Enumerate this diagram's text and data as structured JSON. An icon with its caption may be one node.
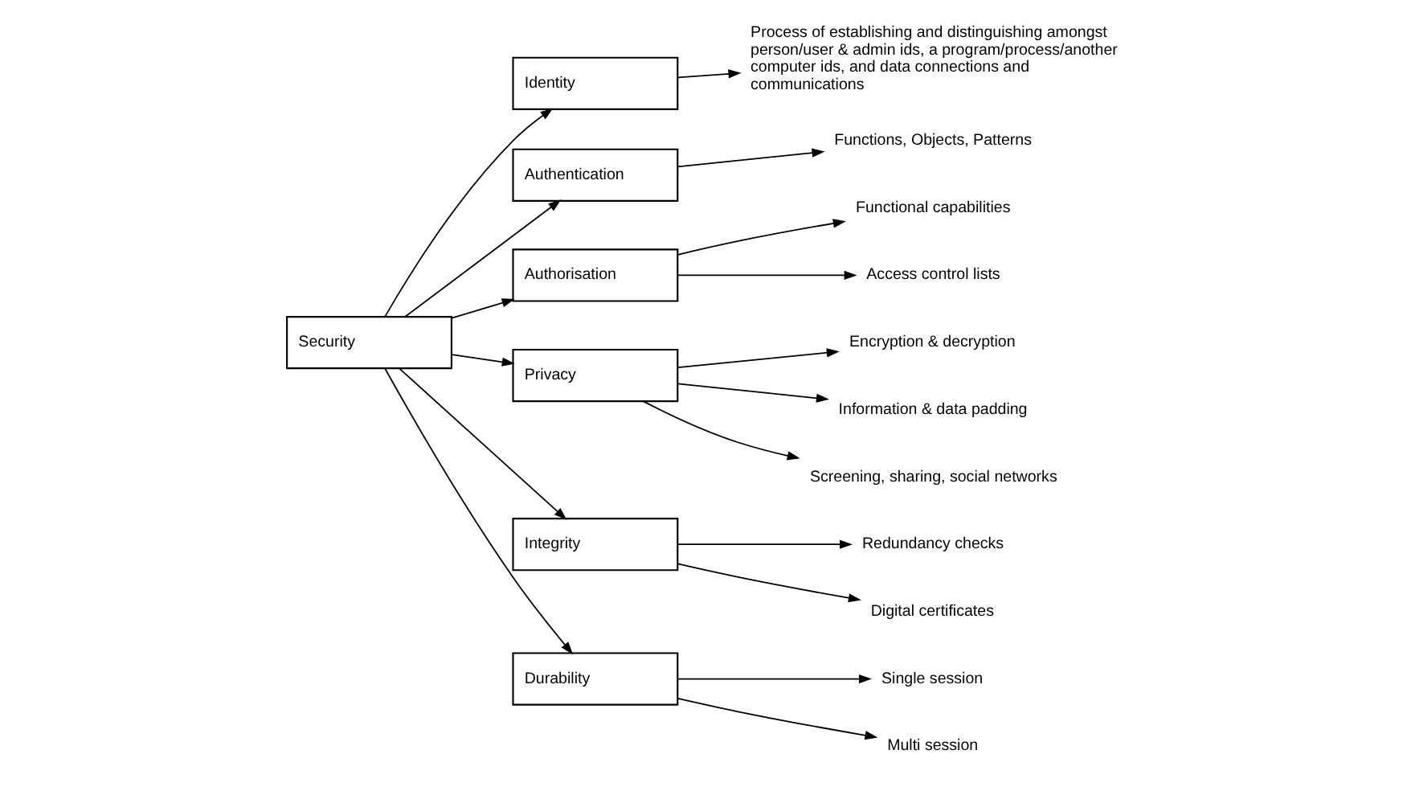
{
  "diagram": {
    "nodes": [
      {
        "text": [
          "Security"
        ]
      },
      {
        "text": [
          "Identity"
        ]
      },
      {
        "text": [
          "Authentication"
        ]
      },
      {
        "text": [
          "Authorisation"
        ]
      },
      {
        "text": [
          "Privacy"
        ]
      },
      {
        "text": [
          "Integrity"
        ]
      },
      {
        "text": [
          "Durability"
        ]
      },
      {
        "text": [
          "Process of establishing and distinguishing amongst person/user & admin ids, a program/process/another computer ids, and data connections and communications"
        ]
      },
      {
        "text": [
          "Functions, Objects, Patterns"
        ]
      },
      {
        "text": [
          "Functional capabilities"
        ]
      },
      {
        "text": [
          "Access control lists"
        ]
      },
      {
        "text": [
          "Encryption & decryption"
        ]
      },
      {
        "text": [
          "Information & data padding"
        ]
      },
      {
        "text": [
          "Screening, sharing, social networks"
        ]
      },
      {
        "text": [
          "Redundancy checks"
        ]
      },
      {
        "text": [
          "Digital certificates"
        ]
      },
      {
        "text": [
          "Single session"
        ]
      },
      {
        "text": [
          "Multi session"
        ]
      }
    ],
    "edges": [
      {
        "from": 0,
        "to": 1,
        "arrow": "to"
      },
      {
        "from": 0,
        "to": 2,
        "arrow": "to"
      },
      {
        "from": 0,
        "to": 3,
        "arrow": "to"
      },
      {
        "from": 0,
        "to": 4,
        "arrow": "to"
      },
      {
        "from": 0,
        "to": 5,
        "arrow": "to"
      },
      {
        "from": 0,
        "to": 6,
        "arrow": "to"
      },
      {
        "from": 1,
        "to": 7,
        "arrow": "to"
      },
      {
        "from": 2,
        "to": 8,
        "arrow": "to"
      },
      {
        "from": 3,
        "to": 9,
        "arrow": "to"
      },
      {
        "from": 3,
        "to": 10,
        "arrow": "to"
      },
      {
        "from": 4,
        "to": 11,
        "arrow": "to"
      },
      {
        "from": 4,
        "to": 12,
        "arrow": "to"
      },
      {
        "from": 4,
        "to": 13,
        "arrow": "to"
      },
      {
        "from": 5,
        "to": 14,
        "arrow": "to"
      },
      {
        "from": 5,
        "to": 15,
        "arrow": "to"
      },
      {
        "from": 6,
        "to": 16,
        "arrow": "to"
      },
      {
        "from": 6,
        "to": 17,
        "arrow": "to"
      }
    ]
  }
}
